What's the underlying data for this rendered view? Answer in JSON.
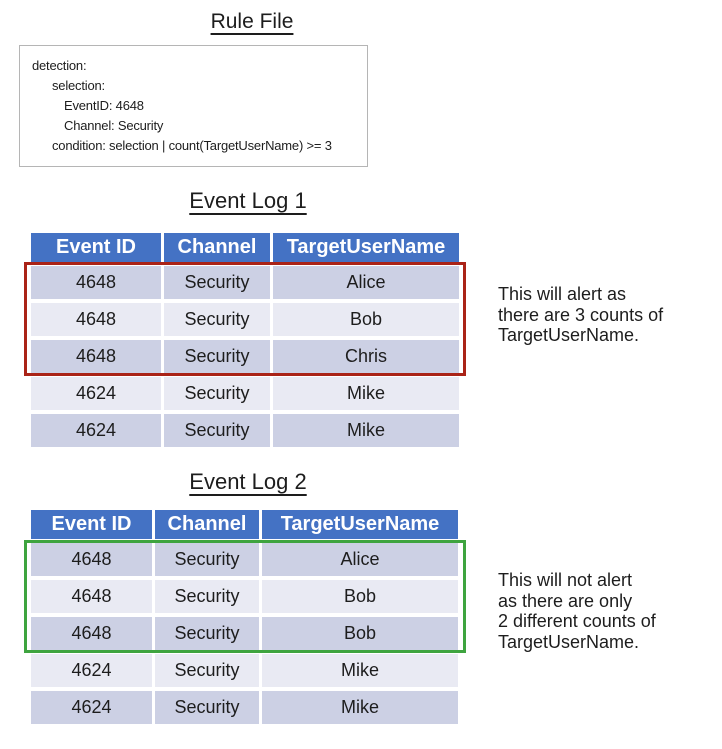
{
  "rule_file": {
    "title": "Rule File",
    "lines": [
      "detection:",
      "selection:",
      "EventID: 4648",
      "Channel: Security",
      "condition: selection | count(TargetUserName) >= 3"
    ]
  },
  "event_logs": [
    {
      "title": "Event Log 1",
      "columns": [
        "Event ID",
        "Channel",
        "TargetUserName"
      ],
      "rows": [
        [
          "4648",
          "Security",
          "Alice"
        ],
        [
          "4648",
          "Security",
          "Bob"
        ],
        [
          "4648",
          "Security",
          "Chris"
        ],
        [
          "4624",
          "Security",
          "Mike"
        ],
        [
          "4624",
          "Security",
          "Mike"
        ]
      ],
      "highlight": {
        "type": "alert",
        "rows_enclosed": [
          1,
          2,
          3
        ],
        "border_color": "#AA2317"
      },
      "annotation_lines": [
        "This will alert as",
        "there are 3 counts of",
        "TargetUserName."
      ]
    },
    {
      "title": "Event Log 2",
      "columns": [
        "Event ID",
        "Channel",
        "TargetUserName"
      ],
      "rows": [
        [
          "4648",
          "Security",
          "Alice"
        ],
        [
          "4648",
          "Security",
          "Bob"
        ],
        [
          "4648",
          "Security",
          "Bob"
        ],
        [
          "4624",
          "Security",
          "Mike"
        ],
        [
          "4624",
          "Security",
          "Mike"
        ]
      ],
      "highlight": {
        "type": "no-alert",
        "rows_enclosed": [
          1,
          2,
          3
        ],
        "border_color": "#3EA43F"
      },
      "annotation_lines": [
        "This will not alert",
        "as there are only",
        "2 different counts of",
        "TargetUserName."
      ]
    }
  ],
  "colors": {
    "table_header_bg": "#4472C4",
    "table_header_text": "#FFFFFF",
    "row_band_dark": "#CCD0E4",
    "row_band_light": "#E9EAF3",
    "alert_box_border": "#AA2317",
    "no_alert_box_border": "#3EA43F",
    "rule_box_border": "#B5B5B5",
    "text": "#1D1D1D",
    "background": "#FFFFFF"
  }
}
